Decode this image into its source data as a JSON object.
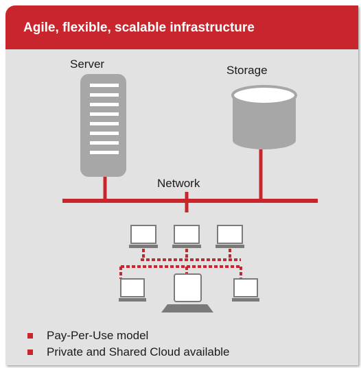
{
  "header": {
    "title": "Agile, flexible, scalable infrastructure"
  },
  "diagram": {
    "server_label": "Server",
    "storage_label": "Storage",
    "network_label": "Network"
  },
  "features": [
    {
      "label": "Pay-Per-Use model"
    },
    {
      "label": "Private and Shared Cloud available"
    }
  ],
  "colors": {
    "accent": "#c8262c",
    "panel": "#e2e2e2",
    "device_gray": "#a7a7a7"
  }
}
